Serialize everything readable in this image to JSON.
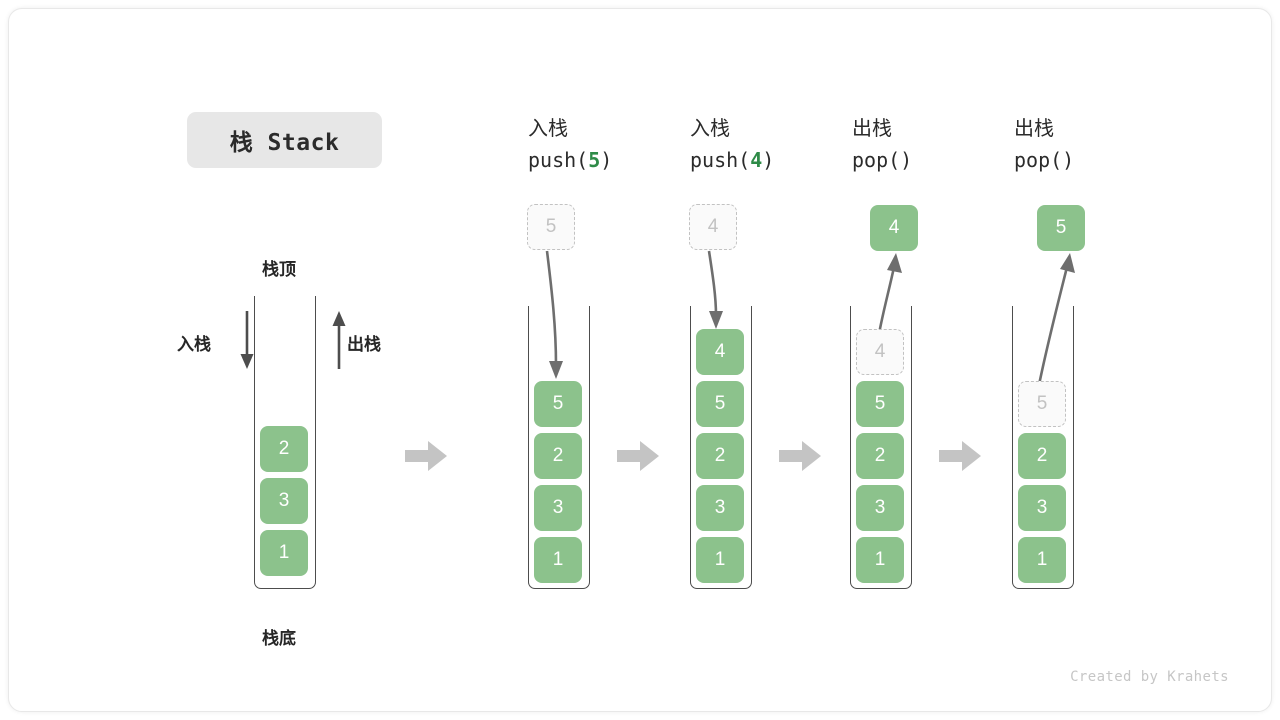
{
  "title": "栈 Stack",
  "colors": {
    "element_green": "#8cc28c",
    "ghost_border": "#c2c2c2",
    "accent_code": "#2e8b47",
    "container_border": "#4d4d4d",
    "separator_arrow": "#c4c4c4",
    "footer_text": "#c6c6c6"
  },
  "legend": {
    "top_label": "栈顶",
    "bottom_label": "栈底",
    "push_label": "入栈",
    "pop_label": "出栈"
  },
  "columns": [
    {
      "id": "initial",
      "header_cn": "",
      "header_code": "",
      "code_prefix": "",
      "code_arg": "",
      "code_suffix": "",
      "ghost": null,
      "floating": null,
      "cells": [
        "2",
        "3",
        "1"
      ]
    },
    {
      "id": "push-5",
      "header_cn": "入栈",
      "code_prefix": "push(",
      "code_arg": "5",
      "code_suffix": ")",
      "ghost": {
        "value": "5",
        "slot": "above"
      },
      "floating": null,
      "cells": [
        "5",
        "2",
        "3",
        "1"
      ]
    },
    {
      "id": "push-4",
      "header_cn": "入栈",
      "code_prefix": "push(",
      "code_arg": "4",
      "code_suffix": ")",
      "ghost": {
        "value": "4",
        "slot": "above"
      },
      "floating": null,
      "cells": [
        "4",
        "5",
        "2",
        "3",
        "1"
      ]
    },
    {
      "id": "pop-1",
      "header_cn": "出栈",
      "code_prefix": "pop(",
      "code_arg": "",
      "code_suffix": ")",
      "ghost": {
        "value": "4",
        "slot": "inside-top"
      },
      "floating": {
        "value": "4"
      },
      "cells": [
        "5",
        "2",
        "3",
        "1"
      ]
    },
    {
      "id": "pop-2",
      "header_cn": "出栈",
      "code_prefix": "pop(",
      "code_arg": "",
      "code_suffix": ")",
      "ghost": {
        "value": "5",
        "slot": "inside-top"
      },
      "floating": {
        "value": "5"
      },
      "cells": [
        "2",
        "3",
        "1"
      ]
    }
  ],
  "footer": "Created by Krahets"
}
